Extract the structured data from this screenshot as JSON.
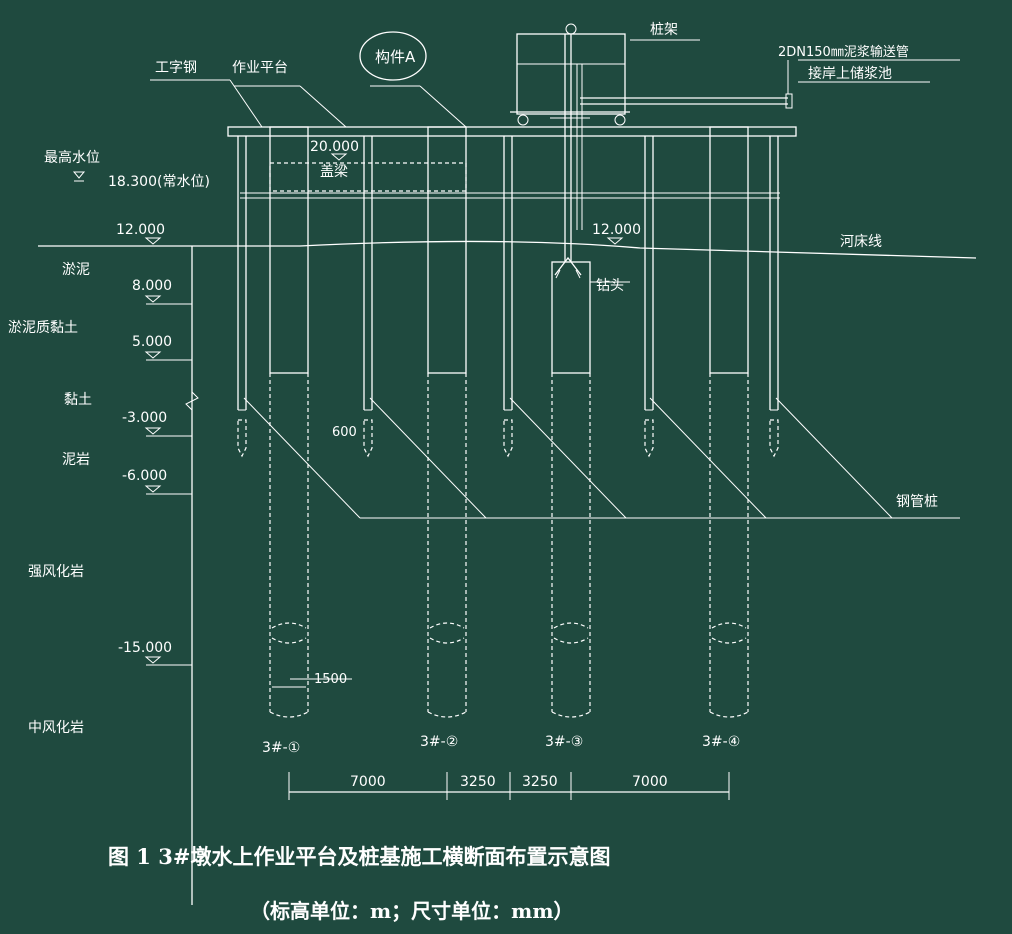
{
  "labels": {
    "i_beam": "工字钢",
    "platform": "作业平台",
    "component_a": "构件A",
    "pile_frame": "桩架",
    "slurry_pipe": "2DN150㎜泥浆输送管",
    "slurry_tank": "接岸上储浆池",
    "max_water_level": "最高水位",
    "normal_water_level": "18.300(常水位)",
    "cap_beam_level": "20.000",
    "cap_beam": "盖梁",
    "riverbed_left_level": "12.000",
    "riverbed_right_level": "12.000",
    "riverbed_line": "河床线",
    "drill_head": "钻头",
    "steel_pipe_pile": "钢管桩",
    "steel_pipe_dia": "600",
    "pile_dia": "1500"
  },
  "strata": [
    {
      "name": "淤泥",
      "level": "8.000"
    },
    {
      "name": "淤泥质黏土",
      "level": "5.000"
    },
    {
      "name": "黏土",
      "level": "-3.000"
    },
    {
      "name": "泥岩",
      "level": "-6.000"
    },
    {
      "name": "强风化岩",
      "level": "-15.000"
    },
    {
      "name": "中风化岩",
      "level": ""
    }
  ],
  "piles": [
    {
      "id": "3#-①"
    },
    {
      "id": "3#-②"
    },
    {
      "id": "3#-③"
    },
    {
      "id": "3#-④"
    }
  ],
  "spacings": [
    "7000",
    "3250",
    "3250",
    "7000"
  ],
  "caption": {
    "line1": "图 1   3#墩水上作业平台及桩基施工横断面布置示意图",
    "line2": "（标高单位：m；尺寸单位：mm）"
  }
}
